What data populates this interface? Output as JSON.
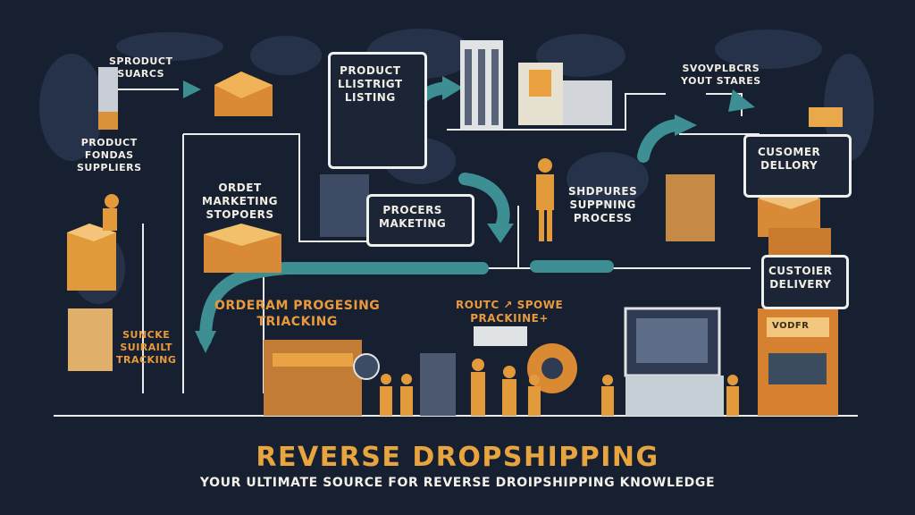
{
  "diagram": {
    "labels": {
      "sproduct_sources": "SPRODUCT\nSUARCS",
      "product_finds_suppliers": "PRODUCT\nFONDAS\nSUPPLIERS",
      "product_listing": "PRODUCT\nLLISTRIGT\nLISTING",
      "suppliers_your_stores": "SVOVPLBCRS\nYOUT STARES",
      "order_marketing_stoppers": "ORDET\nMARKETING\nSTOPOERS",
      "process_marketing": "PROCERS\nMAKETING",
      "shipping_process": "SHDPURES\nSUPPNING\nPROCESS",
      "customer_delivery_top": "CUSOMER\nDELLORY",
      "customer_delivery_bottom": "CUSTOIER\nDELIVERY",
      "order_processing_tracking": "ORDERAM PROGESING\nTRIACKING",
      "route_spoine": "ROUTC ↗ SPOWE\nPRACKIINE+",
      "suncke_tracking": "SUNCKE\nSUIRAILT\nTRACKING",
      "store_sign": "VODFR"
    },
    "colors": {
      "background": "#172030",
      "accent_orange": "#e8a43f",
      "accent_teal": "#3d8f94",
      "line": "#e9ecea"
    }
  },
  "footer": {
    "title": "REVERSE DROPSHIPPING",
    "subtitle": "YOUR ULTIMATE SOURCE FOR REVERSE DROIPSHIPPING KNOWLEDGE"
  }
}
